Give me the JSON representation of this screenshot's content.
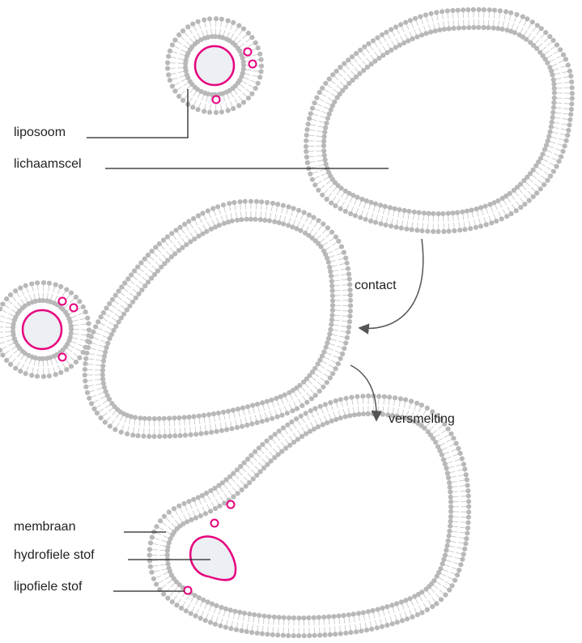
{
  "labels": {
    "liposome": "liposoom",
    "body_cell": "lichaamscel",
    "contact": "contact",
    "fusion": "versmelting",
    "membrane": "membraan",
    "hydrophilic": "hydrofiele stof",
    "lipophilic": "lipofiele stof"
  },
  "colors": {
    "membrane_head": "#b8b8b8",
    "membrane_tail": "#c9c9c9",
    "substance": "#e6007e",
    "core_fill": "#eceff3",
    "arrow": "#555555",
    "leader": "#222222"
  }
}
